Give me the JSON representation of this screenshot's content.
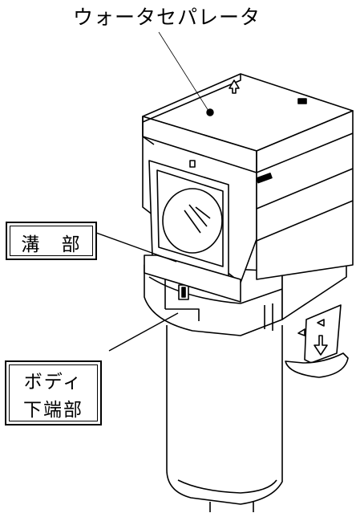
{
  "labels": {
    "water_separator": "ウォータセパレータ",
    "groove": "溝 部",
    "body_line1": "ボディ",
    "body_line2": "下端部"
  }
}
